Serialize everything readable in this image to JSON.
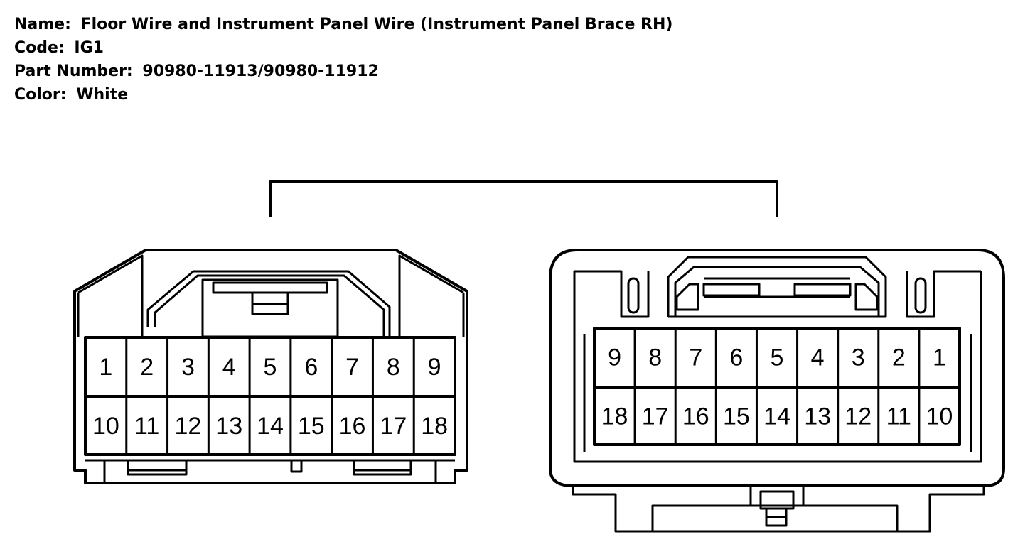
{
  "info": {
    "name_label": "Name:",
    "name_value": "Floor Wire and Instrument Panel Wire (Instrument Panel Brace RH)",
    "code_label": "Code:",
    "code_value": "IG1",
    "part_label": "Part Number:",
    "part_value": "90980-11913/90980-11912",
    "color_label": "Color:",
    "color_value": "White"
  },
  "connectors": {
    "left": {
      "row1": [
        "1",
        "2",
        "3",
        "4",
        "5",
        "6",
        "7",
        "8",
        "9"
      ],
      "row2": [
        "10",
        "11",
        "12",
        "13",
        "14",
        "15",
        "16",
        "17",
        "18"
      ]
    },
    "right": {
      "row1": [
        "9",
        "8",
        "7",
        "6",
        "5",
        "4",
        "3",
        "2",
        "1"
      ],
      "row2": [
        "18",
        "17",
        "16",
        "15",
        "14",
        "13",
        "12",
        "11",
        "10"
      ]
    }
  },
  "colors": {
    "line": "#000000",
    "background": "#ffffff"
  }
}
